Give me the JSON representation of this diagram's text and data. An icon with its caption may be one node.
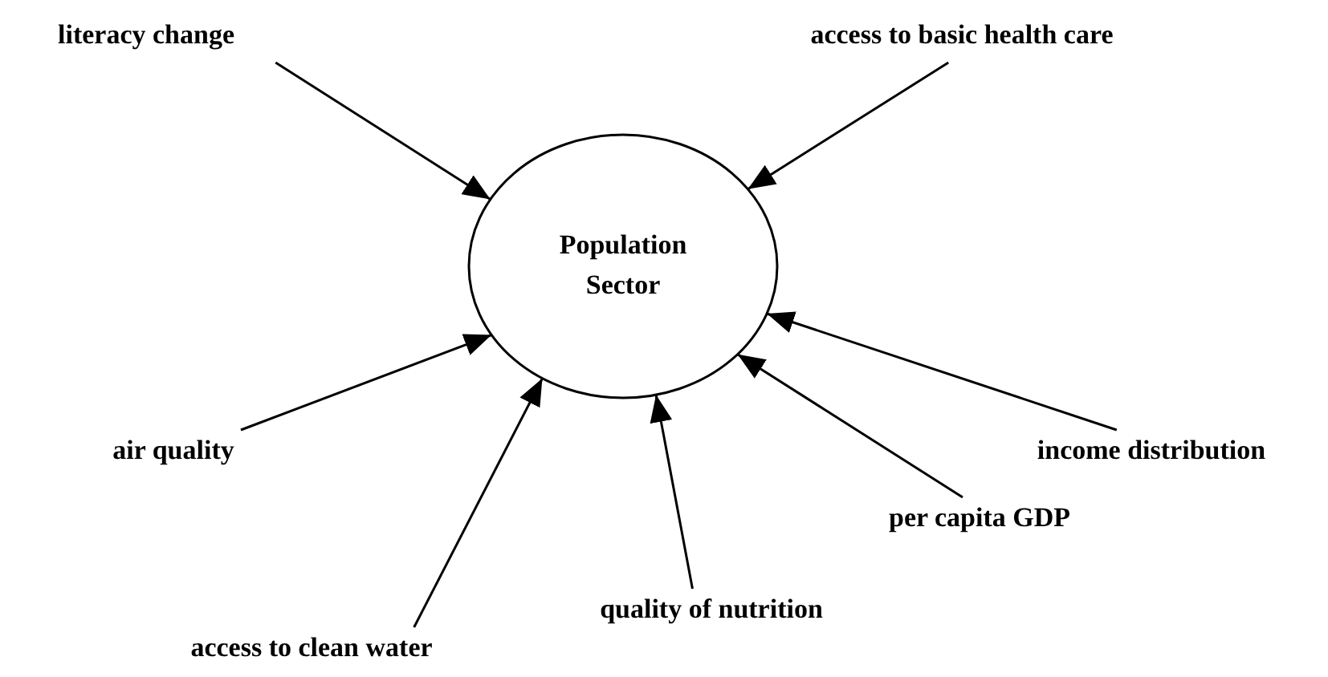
{
  "diagram": {
    "nodes": [
      {
        "text": [
          "Population Sector"
        ]
      },
      {
        "text": [
          "literacy change"
        ]
      },
      {
        "text": [
          "access to basic health care"
        ]
      },
      {
        "text": [
          "income distribution"
        ]
      },
      {
        "text": [
          "per capita GDP"
        ]
      },
      {
        "text": [
          "quality of nutrition"
        ]
      },
      {
        "text": [
          "access to clean water"
        ]
      },
      {
        "text": [
          "air quality"
        ]
      }
    ],
    "edges": [
      {
        "from": 1,
        "to": 0,
        "arrow": "to"
      },
      {
        "from": 2,
        "to": 0,
        "arrow": "to"
      },
      {
        "from": 3,
        "to": 0,
        "arrow": "to"
      },
      {
        "from": 4,
        "to": 0,
        "arrow": "to"
      },
      {
        "from": 5,
        "to": 0,
        "arrow": "to"
      },
      {
        "from": 6,
        "to": 0,
        "arrow": "to"
      },
      {
        "from": 7,
        "to": 0,
        "arrow": "to"
      }
    ]
  }
}
